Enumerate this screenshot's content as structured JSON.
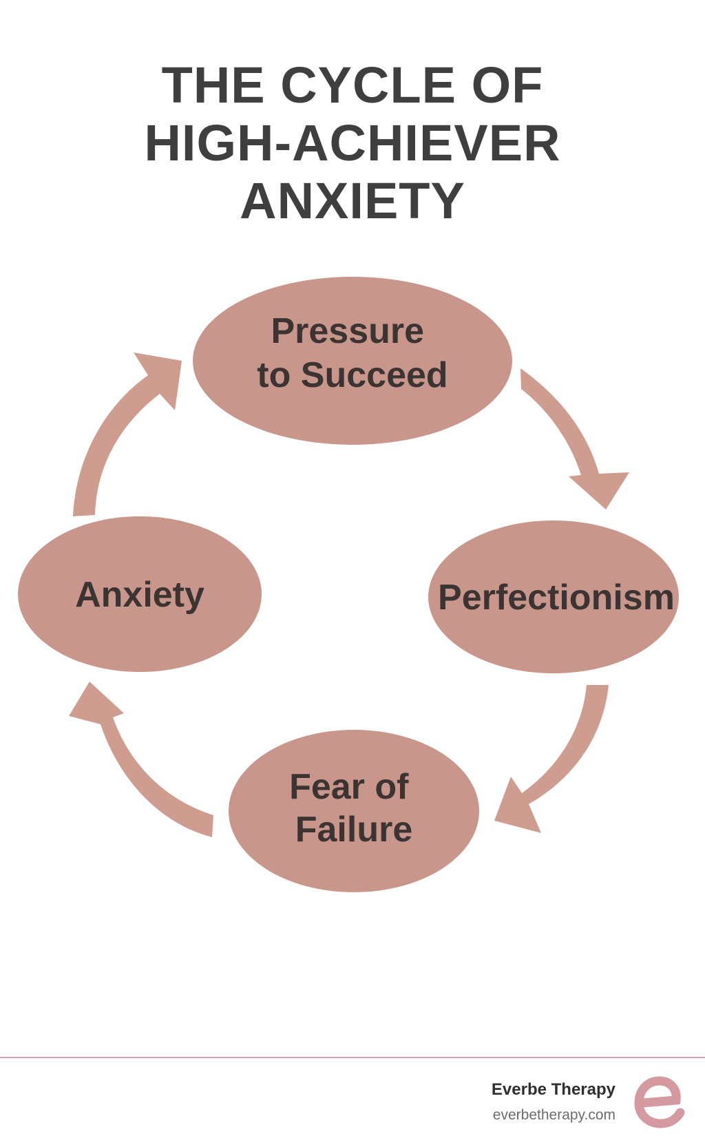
{
  "title": {
    "lines": [
      "THE CYCLE OF",
      "HIGH-ACHIEVER",
      "ANXIETY"
    ]
  },
  "diagram": {
    "nodes": [
      {
        "lines": [
          "Pressure",
          "to Succeed"
        ]
      },
      {
        "lines": [
          "Perfectionism"
        ]
      },
      {
        "lines": [
          "Fear of",
          "Failure"
        ]
      },
      {
        "lines": [
          "Anxiety"
        ]
      }
    ],
    "flow": "clockwise"
  },
  "footer": {
    "brand_name": "Everbe Therapy",
    "brand_url": "everbetherapy.com"
  },
  "colors": {
    "node_fill": "#c8968a",
    "arrow_fill": "#cf9c90",
    "title_text": "#3f3f3f",
    "node_text": "#3b3433",
    "footer_rule": "#d6a3a6",
    "logo": "#d49aa0"
  },
  "icons": [
    "everbe-logo-icon"
  ]
}
